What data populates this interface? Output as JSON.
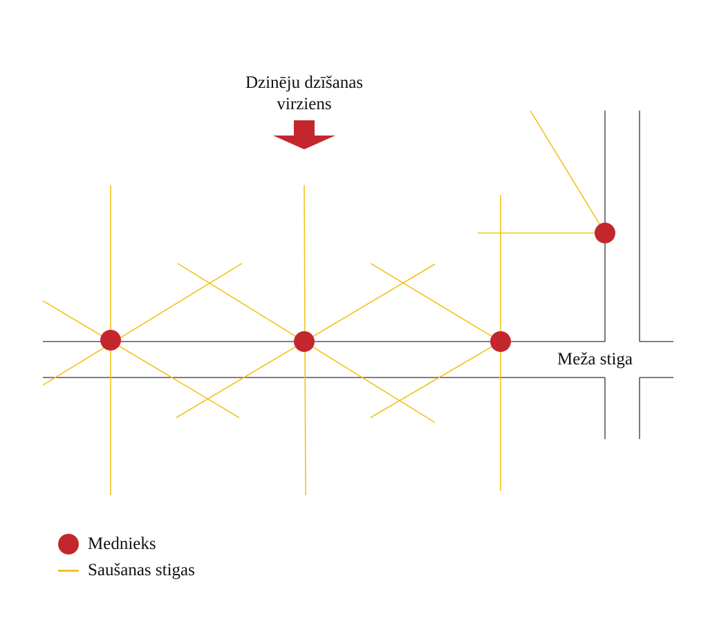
{
  "diagram": {
    "direction_label_lines": [
      "Dzinēju dzīšanas",
      "virziens"
    ],
    "road_label": "Meža stiga"
  },
  "legend": {
    "items": [
      {
        "label": "Mednieks",
        "kind": "dot"
      },
      {
        "label": "Saušanas stigas",
        "kind": "line"
      }
    ]
  },
  "colors": {
    "hunter": "#c4262e",
    "drying_line": "#f2c21b",
    "road": "#333333",
    "arrow": "#c4262e"
  },
  "icons": {
    "arrow": "arrow-down-icon",
    "hunter": "hunter-dot-icon"
  }
}
